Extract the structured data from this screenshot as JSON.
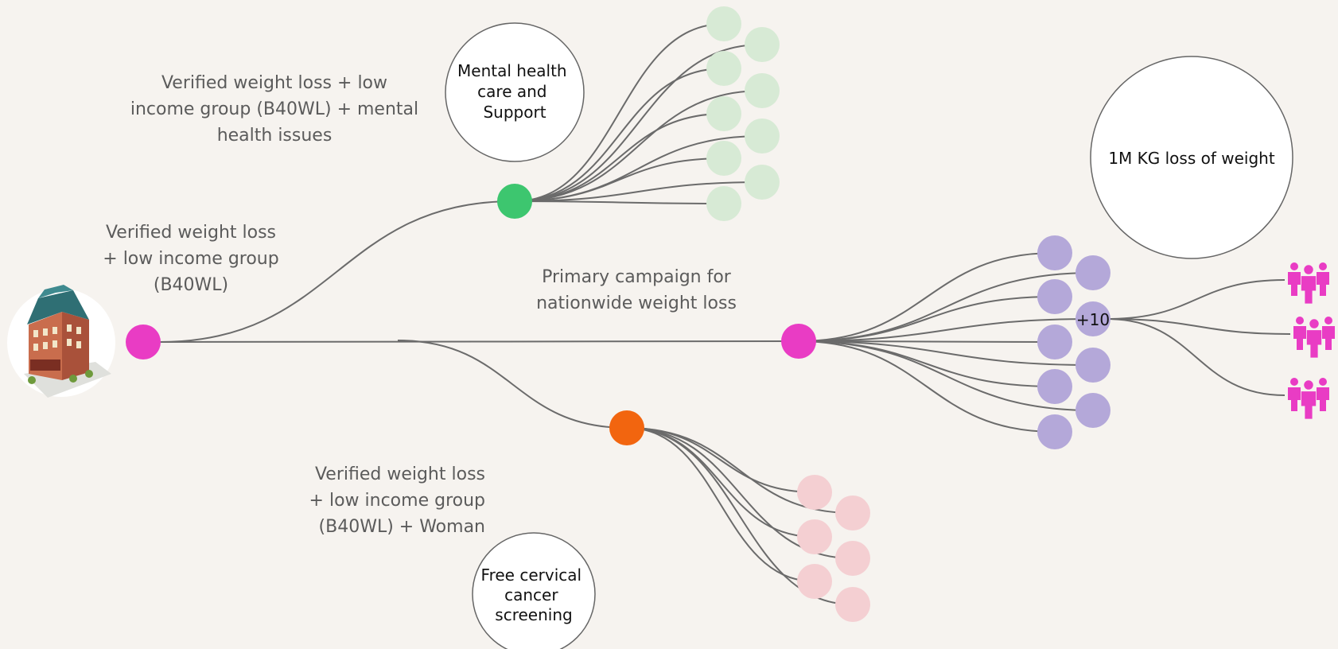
{
  "labels": {
    "b40wl": "Verified weight loss\n+ low income group\n(B40WL)",
    "mental": "Verified weight loss + low\nincome group (B40WL) + mental\nhealth issues",
    "woman": "Verified weight loss\n+ low income group\n(B40WL) + Woman",
    "primary": "Primary campaign for\nnationwide weight loss"
  },
  "callouts": {
    "mental_care": [
      "Mental health",
      "care and",
      "Support"
    ],
    "cervical": [
      "Free cervical",
      "cancer",
      "screening"
    ],
    "weight_goal": [
      "1M KG loss of weight"
    ]
  },
  "overflow_badge": "+10",
  "colors": {
    "background": "#f6f3ef",
    "link": "#6b6b6b",
    "root": "#e93cc4",
    "mental_hub": "#3dc66f",
    "woman_hub": "#f2650f",
    "mental_leaf": "#d7ead5",
    "primary_leaf": "#b4a8d9",
    "woman_leaf": "#f4cfd2",
    "people": "#e93cc4"
  },
  "icons": {
    "origin": "building-icon",
    "audience": "people-group-icon"
  }
}
